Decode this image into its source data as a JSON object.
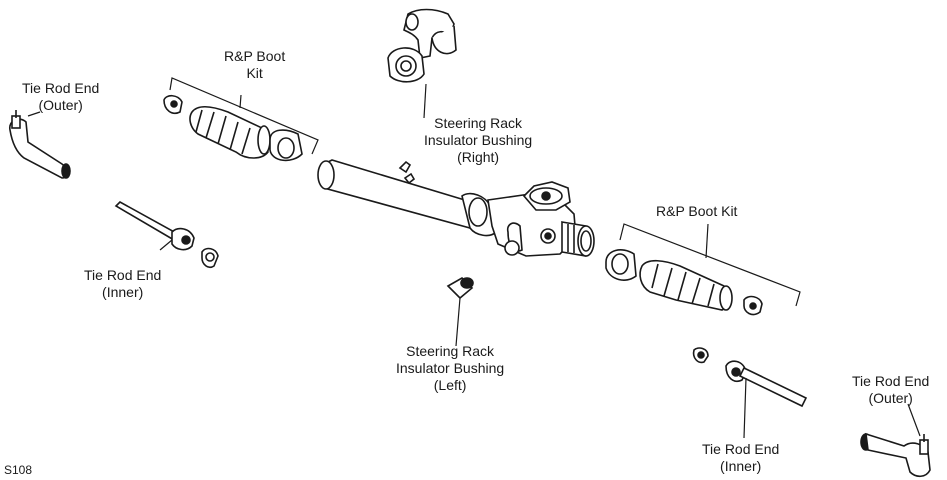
{
  "labels": {
    "tie_rod_end_outer_left": [
      "Tie Rod End",
      "(Outer)"
    ],
    "rp_boot_kit_left": [
      "R&P Boot",
      "Kit"
    ],
    "insulator_bushing_right": [
      "Steering Rack",
      "Insulator Bushing",
      "(Right)"
    ],
    "rp_boot_kit_right": [
      "R&P Boot Kit"
    ],
    "tie_rod_end_inner_left": [
      "Tie Rod End",
      "(Inner)"
    ],
    "insulator_bushing_left": [
      "Steering Rack",
      "Insulator Bushing",
      "(Left)"
    ],
    "tie_rod_end_outer_right": [
      "Tie Rod End",
      "(Outer)"
    ],
    "tie_rod_end_inner_right": [
      "Tie Rod End",
      "(Inner)"
    ]
  },
  "figure_code": "S108"
}
